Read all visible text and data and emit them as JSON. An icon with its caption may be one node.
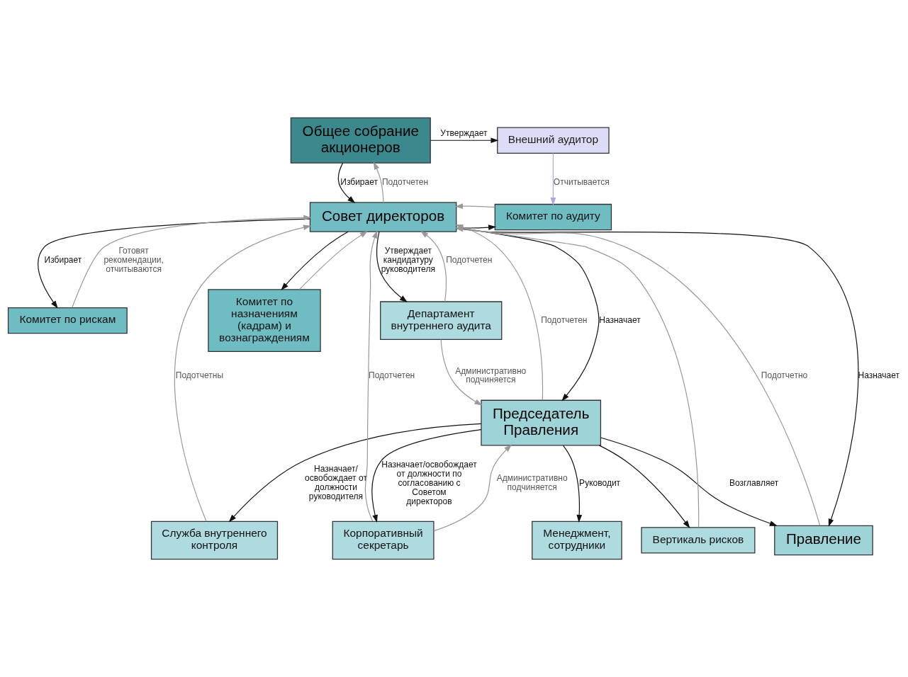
{
  "diagram": {
    "nodes": [
      {
        "text": [
          "Общее собрание акционеров"
        ]
      },
      {
        "text": [
          "Внешний аудитор"
        ]
      },
      {
        "text": [
          "Комитет по аудиту"
        ]
      },
      {
        "text": [
          "Совет директоров"
        ]
      },
      {
        "text": [
          "Комитет по рискам"
        ]
      },
      {
        "text": [
          "Департамент внутреннего аудита"
        ]
      },
      {
        "text": [
          "Комитет по назначениям (кадрам) и вознаграждениям"
        ]
      },
      {
        "text": [
          "Председатель Правления"
        ]
      },
      {
        "text": [
          "Служба внутреннего контроля"
        ]
      },
      {
        "text": [
          "Корпоративный секретарь"
        ]
      },
      {
        "text": [
          "Вертикаль рисков"
        ]
      },
      {
        "text": [
          "Правление"
        ]
      },
      {
        "text": [
          "Менеджмент, сотрудники"
        ]
      }
    ],
    "edges": [
      {
        "from": 0,
        "to": 1,
        "arrow": "to",
        "label": "Утверждает"
      },
      {
        "from": 1,
        "to": 2,
        "arrow": "to",
        "label": "Отчитывается",
        "color": "#a9a9e6"
      },
      {
        "from": 0,
        "to": 3,
        "arrow": "to",
        "label": "Избирает"
      },
      {
        "from": 3,
        "to": 0,
        "arrow": "to",
        "label": "Подотчетен",
        "color": "#999999"
      },
      {
        "from": 3,
        "to": 2,
        "arrow": "to"
      },
      {
        "from": 3,
        "to": 4,
        "arrow": "to",
        "label": "Избирает"
      },
      {
        "from": 3,
        "to": 6,
        "arrow": "to"
      },
      {
        "from": 2,
        "to": 3,
        "arrow": "to",
        "color": "#999999"
      },
      {
        "from": 4,
        "to": 3,
        "arrow": "to",
        "label": "Готовят рекомендации, отчитываются",
        "color": "#999999"
      },
      {
        "from": 6,
        "to": 3,
        "arrow": "to",
        "color": "#999999"
      },
      {
        "from": 3,
        "to": 5,
        "arrow": "to",
        "label": "Утверждает кандидатуру руководителя"
      },
      {
        "from": 5,
        "to": 3,
        "arrow": "to",
        "label": "Подотчетен",
        "color": "#999999"
      },
      {
        "from": 5,
        "to": 7,
        "arrow": "to",
        "label": "Административно подчиняется",
        "color": "#999999"
      },
      {
        "from": 8,
        "to": 3,
        "arrow": "to",
        "label": "Подотчетны",
        "color": "#999999"
      },
      {
        "from": 10,
        "to": 3,
        "arrow": "to",
        "color": "#999999"
      },
      {
        "from": 3,
        "to": 7,
        "arrow": "to",
        "label": "Назначает"
      },
      {
        "from": 7,
        "to": 3,
        "arrow": "to",
        "label": "Подотчетен",
        "color": "#999999"
      },
      {
        "from": 3,
        "to": 11,
        "arrow": "to",
        "label": "Назначает"
      },
      {
        "from": 11,
        "to": 3,
        "arrow": "to",
        "label": "Подотчетно",
        "color": "#999999"
      },
      {
        "from": 7,
        "to": 8,
        "arrow": "to",
        "label": "Назначает/ освобождает от должности руководителя"
      },
      {
        "from": 7,
        "to": 10,
        "arrow": "to"
      },
      {
        "from": 7,
        "to": 9,
        "arrow": "to",
        "label": "Назначает/освобождает от должности по согласованию с Советом директоров"
      },
      {
        "from": 9,
        "to": 7,
        "arrow": "to",
        "label": "Административно подчиняется",
        "color": "#999999"
      },
      {
        "from": 9,
        "to": 3,
        "arrow": "to",
        "label": "Подотчетен",
        "color": "#999999"
      },
      {
        "from": 7,
        "to": 11,
        "arrow": "to",
        "label": "Возглавляет"
      },
      {
        "from": 7,
        "to": 12,
        "arrow": "to",
        "label": "Руководит"
      }
    ]
  }
}
